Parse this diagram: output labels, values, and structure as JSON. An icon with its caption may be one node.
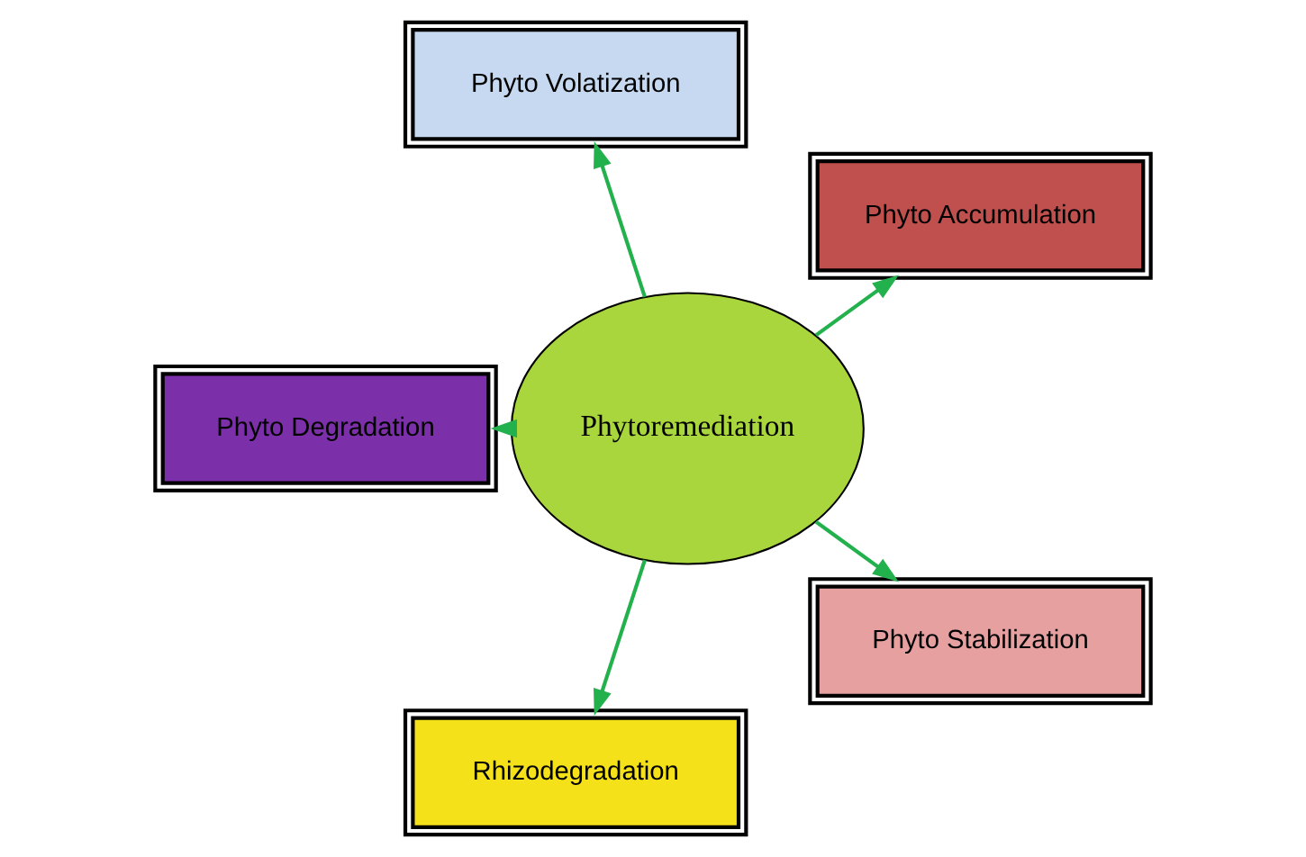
{
  "diagram": {
    "nodes": [
      {
        "text": [
          "Phytoremediation"
        ]
      },
      {
        "text": [
          "Phyto Accumulation"
        ]
      },
      {
        "text": [
          "Phyto Volatization"
        ]
      },
      {
        "text": [
          "Phyto Degradation"
        ]
      },
      {
        "text": [
          "Rhizodegradation"
        ]
      },
      {
        "text": [
          "Phyto Stabilization"
        ]
      }
    ],
    "edges": [
      {
        "from": 0,
        "to": 1,
        "arrow": "to"
      },
      {
        "from": 0,
        "to": 2,
        "arrow": "to"
      },
      {
        "from": 0,
        "to": 3,
        "arrow": "to"
      },
      {
        "from": 0,
        "to": 4,
        "arrow": "to"
      },
      {
        "from": 0,
        "to": 5,
        "arrow": "to"
      }
    ]
  }
}
